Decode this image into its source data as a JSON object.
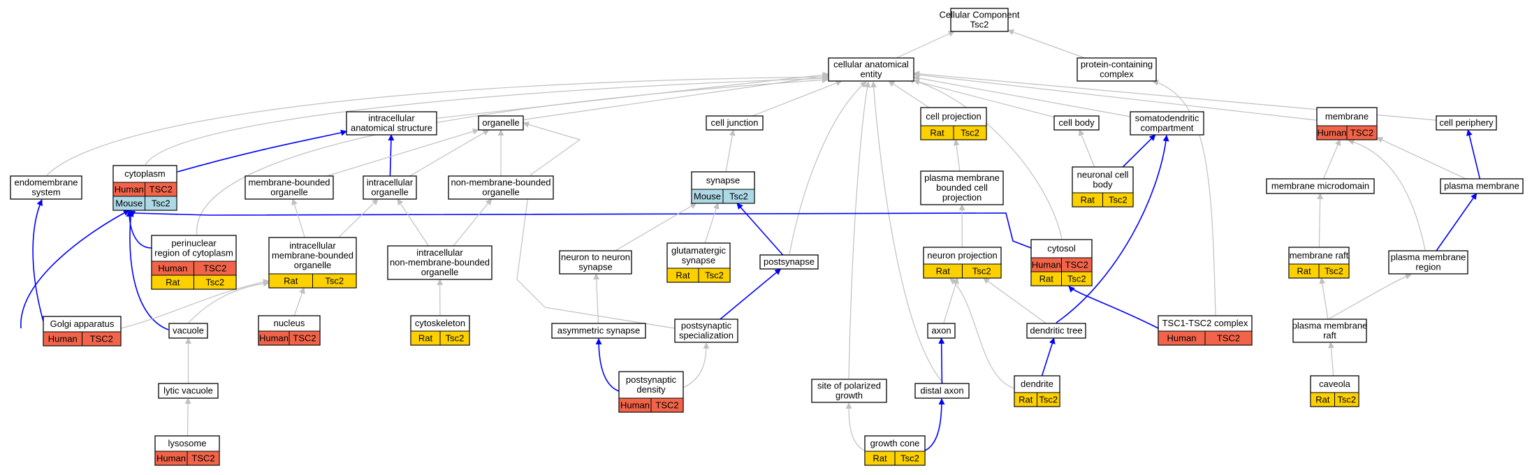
{
  "colors": {
    "human": "#f26449",
    "rat": "#fdd100",
    "mouse": "#add8e6",
    "grey_edge": "#c0c0c0",
    "blue_edge": "#0000ff",
    "node_border": "#000000"
  },
  "nodes": [
    {
      "id": "root",
      "lines": [
        "Cellular Component",
        "Tsc2"
      ],
      "badges": []
    },
    {
      "id": "cae",
      "lines": [
        "cellular anatomical",
        "entity"
      ],
      "badges": []
    },
    {
      "id": "pcc",
      "lines": [
        "protein-containing",
        "complex"
      ],
      "badges": []
    },
    {
      "id": "ias",
      "lines": [
        "intracellular",
        "anatomical structure"
      ],
      "badges": []
    },
    {
      "id": "organelle",
      "lines": [
        "organelle"
      ],
      "badges": []
    },
    {
      "id": "celljunction",
      "lines": [
        "cell junction"
      ],
      "badges": []
    },
    {
      "id": "cellproj",
      "lines": [
        "cell projection"
      ],
      "badges": [
        {
          "species": "Rat",
          "gene": "Tsc2",
          "color": "rat"
        }
      ]
    },
    {
      "id": "cellbody",
      "lines": [
        "cell body"
      ],
      "badges": []
    },
    {
      "id": "somato",
      "lines": [
        "somatodendritic",
        "compartment"
      ],
      "badges": []
    },
    {
      "id": "membrane",
      "lines": [
        "membrane"
      ],
      "badges": [
        {
          "species": "Human",
          "gene": "TSC2",
          "color": "human"
        }
      ]
    },
    {
      "id": "periphery",
      "lines": [
        "cell periphery"
      ],
      "badges": []
    },
    {
      "id": "endomem",
      "lines": [
        "endomembrane",
        "system"
      ],
      "badges": []
    },
    {
      "id": "cytoplasm",
      "lines": [
        "cytoplasm"
      ],
      "badges": [
        {
          "species": "Human",
          "gene": "TSC2",
          "color": "human"
        },
        {
          "species": "Mouse",
          "gene": "Tsc2",
          "color": "mouse"
        }
      ]
    },
    {
      "id": "mbo",
      "lines": [
        "membrane-bounded",
        "organelle"
      ],
      "badges": []
    },
    {
      "id": "intraorg",
      "lines": [
        "intracellular",
        "organelle"
      ],
      "badges": []
    },
    {
      "id": "nmbo",
      "lines": [
        "non-membrane-bounded",
        "organelle"
      ],
      "badges": []
    },
    {
      "id": "synapse",
      "lines": [
        "synapse"
      ],
      "badges": [
        {
          "species": "Mouse",
          "gene": "Tsc2",
          "color": "mouse"
        }
      ]
    },
    {
      "id": "pmbcp",
      "lines": [
        "plasma membrane",
        "bounded cell",
        "projection"
      ],
      "badges": []
    },
    {
      "id": "ncb",
      "lines": [
        "neuronal cell",
        "body"
      ],
      "badges": [
        {
          "species": "Rat",
          "gene": "Tsc2",
          "color": "rat"
        }
      ]
    },
    {
      "id": "memmicro",
      "lines": [
        "membrane microdomain"
      ],
      "badges": []
    },
    {
      "id": "plasmamem",
      "lines": [
        "plasma membrane"
      ],
      "badges": []
    },
    {
      "id": "perinuc",
      "lines": [
        "perinuclear",
        "region of cytoplasm"
      ],
      "badges": [
        {
          "species": "Human",
          "gene": "TSC2",
          "color": "human"
        },
        {
          "species": "Rat",
          "gene": "Tsc2",
          "color": "rat"
        }
      ]
    },
    {
      "id": "imbo",
      "lines": [
        "intracellular",
        "membrane-bounded",
        "organelle"
      ],
      "badges": [
        {
          "species": "Rat",
          "gene": "Tsc2",
          "color": "rat"
        }
      ]
    },
    {
      "id": "inmbo",
      "lines": [
        "intracellular",
        "non-membrane-bounded",
        "organelle"
      ],
      "badges": []
    },
    {
      "id": "n2n",
      "lines": [
        "neuron to neuron",
        "synapse"
      ],
      "badges": []
    },
    {
      "id": "glut",
      "lines": [
        "glutamatergic",
        "synapse"
      ],
      "badges": [
        {
          "species": "Rat",
          "gene": "Tsc2",
          "color": "rat"
        }
      ]
    },
    {
      "id": "postsyn",
      "lines": [
        "postsynapse"
      ],
      "badges": []
    },
    {
      "id": "neuproj",
      "lines": [
        "neuron projection"
      ],
      "badges": [
        {
          "species": "Rat",
          "gene": "Tsc2",
          "color": "rat"
        }
      ]
    },
    {
      "id": "cytosol",
      "lines": [
        "cytosol"
      ],
      "badges": [
        {
          "species": "Human",
          "gene": "TSC2",
          "color": "human"
        },
        {
          "species": "Rat",
          "gene": "Tsc2",
          "color": "rat"
        }
      ]
    },
    {
      "id": "memraft",
      "lines": [
        "membrane raft"
      ],
      "badges": [
        {
          "species": "Rat",
          "gene": "Tsc2",
          "color": "rat"
        }
      ]
    },
    {
      "id": "pmr",
      "lines": [
        "plasma membrane",
        "region"
      ],
      "badges": []
    },
    {
      "id": "golgi",
      "lines": [
        "Golgi apparatus"
      ],
      "badges": [
        {
          "species": "Human",
          "gene": "TSC2",
          "color": "human"
        }
      ]
    },
    {
      "id": "vacuole",
      "lines": [
        "vacuole"
      ],
      "badges": []
    },
    {
      "id": "nucleus",
      "lines": [
        "nucleus"
      ],
      "badges": [
        {
          "species": "Human",
          "gene": "TSC2",
          "color": "human"
        }
      ]
    },
    {
      "id": "cytoskel",
      "lines": [
        "cytoskeleton"
      ],
      "badges": [
        {
          "species": "Rat",
          "gene": "Tsc2",
          "color": "rat"
        }
      ]
    },
    {
      "id": "asymsyn",
      "lines": [
        "asymmetric synapse"
      ],
      "badges": []
    },
    {
      "id": "postspec",
      "lines": [
        "postsynaptic",
        "specialization"
      ],
      "badges": []
    },
    {
      "id": "axon",
      "lines": [
        "axon"
      ],
      "badges": []
    },
    {
      "id": "dendtree",
      "lines": [
        "dendritic tree"
      ],
      "badges": []
    },
    {
      "id": "tsccomplex",
      "lines": [
        "TSC1-TSC2 complex"
      ],
      "badges": [
        {
          "species": "Human",
          "gene": "TSC2",
          "color": "human"
        }
      ]
    },
    {
      "id": "pmraft",
      "lines": [
        "plasma membrane",
        "raft"
      ],
      "badges": []
    },
    {
      "id": "postdens",
      "lines": [
        "postsynaptic",
        "density"
      ],
      "badges": [
        {
          "species": "Human",
          "gene": "TSC2",
          "color": "human"
        }
      ]
    },
    {
      "id": "lytic",
      "lines": [
        "lytic vacuole"
      ],
      "badges": []
    },
    {
      "id": "spg",
      "lines": [
        "site of polarized",
        "growth"
      ],
      "badges": []
    },
    {
      "id": "distalaxon",
      "lines": [
        "distal axon"
      ],
      "badges": []
    },
    {
      "id": "dendrite",
      "lines": [
        "dendrite"
      ],
      "badges": [
        {
          "species": "Rat",
          "gene": "Tsc2",
          "color": "rat"
        }
      ]
    },
    {
      "id": "caveola",
      "lines": [
        "caveola"
      ],
      "badges": [
        {
          "species": "Rat",
          "gene": "Tsc2",
          "color": "rat"
        }
      ]
    },
    {
      "id": "lysosome",
      "lines": [
        "lysosome"
      ],
      "badges": [
        {
          "species": "Human",
          "gene": "TSC2",
          "color": "human"
        }
      ]
    },
    {
      "id": "growthcone",
      "lines": [
        "growth cone"
      ],
      "badges": [
        {
          "species": "Rat",
          "gene": "Tsc2",
          "color": "rat"
        }
      ]
    }
  ],
  "edges": [
    {
      "from": "cae",
      "to": "root",
      "type": "is_a"
    },
    {
      "from": "pcc",
      "to": "root",
      "type": "is_a"
    },
    {
      "from": "ias",
      "to": "cae",
      "type": "is_a"
    },
    {
      "from": "organelle",
      "to": "cae",
      "type": "is_a"
    },
    {
      "from": "celljunction",
      "to": "cae",
      "type": "is_a"
    },
    {
      "from": "cellproj",
      "to": "cae",
      "type": "is_a"
    },
    {
      "from": "cellbody",
      "to": "cae",
      "type": "is_a"
    },
    {
      "from": "somato",
      "to": "cae",
      "type": "is_a"
    },
    {
      "from": "membrane",
      "to": "cae",
      "type": "is_a"
    },
    {
      "from": "periphery",
      "to": "cae",
      "type": "is_a"
    },
    {
      "from": "endomem",
      "to": "cae",
      "type": "is_a"
    },
    {
      "from": "cytoplasm",
      "to": "cae",
      "type": "is_a"
    },
    {
      "from": "perinuc",
      "to": "cae",
      "type": "is_a"
    },
    {
      "from": "cytosol",
      "to": "cae",
      "type": "is_a"
    },
    {
      "from": "postsyn",
      "to": "cae",
      "type": "is_a"
    },
    {
      "from": "spg",
      "to": "cae",
      "type": "is_a"
    },
    {
      "from": "distalaxon",
      "to": "cae",
      "type": "is_a"
    },
    {
      "from": "tsccomplex",
      "to": "pcc",
      "type": "is_a"
    },
    {
      "from": "cytoplasm",
      "to": "ias",
      "type": "part_of"
    },
    {
      "from": "intraorg",
      "to": "ias",
      "type": "part_of"
    },
    {
      "from": "mbo",
      "to": "organelle",
      "type": "is_a"
    },
    {
      "from": "intraorg",
      "to": "organelle",
      "type": "is_a"
    },
    {
      "from": "nmbo",
      "to": "organelle",
      "type": "is_a"
    },
    {
      "from": "postspec",
      "to": "organelle",
      "type": "is_a"
    },
    {
      "from": "synapse",
      "to": "celljunction",
      "type": "is_a"
    },
    {
      "from": "pmbcp",
      "to": "cellproj",
      "type": "is_a"
    },
    {
      "from": "ncb",
      "to": "cellbody",
      "type": "is_a"
    },
    {
      "from": "ncb",
      "to": "somato",
      "type": "part_of"
    },
    {
      "from": "dendtree",
      "to": "somato",
      "type": "part_of"
    },
    {
      "from": "memmicro",
      "to": "membrane",
      "type": "is_a"
    },
    {
      "from": "plasmamem",
      "to": "membrane",
      "type": "is_a"
    },
    {
      "from": "pmr",
      "to": "membrane",
      "type": "is_a"
    },
    {
      "from": "plasmamem",
      "to": "periphery",
      "type": "part_of"
    },
    {
      "from": "golgi",
      "to": "endomem",
      "type": "part_of"
    },
    {
      "from": "golgi",
      "to": "cytoplasm",
      "type": "part_of"
    },
    {
      "from": "vacuole",
      "to": "cytoplasm",
      "type": "part_of"
    },
    {
      "from": "perinuc",
      "to": "cytoplasm",
      "type": "part_of"
    },
    {
      "from": "cytosol",
      "to": "cytoplasm",
      "type": "part_of"
    },
    {
      "from": "imbo",
      "to": "mbo",
      "type": "is_a"
    },
    {
      "from": "imbo",
      "to": "intraorg",
      "type": "is_a"
    },
    {
      "from": "inmbo",
      "to": "intraorg",
      "type": "is_a"
    },
    {
      "from": "inmbo",
      "to": "nmbo",
      "type": "is_a"
    },
    {
      "from": "n2n",
      "to": "synapse",
      "type": "is_a"
    },
    {
      "from": "glut",
      "to": "synapse",
      "type": "is_a"
    },
    {
      "from": "postsyn",
      "to": "synapse",
      "type": "part_of"
    },
    {
      "from": "neuproj",
      "to": "pmbcp",
      "type": "is_a"
    },
    {
      "from": "memraft",
      "to": "memmicro",
      "type": "is_a"
    },
    {
      "from": "pmr",
      "to": "plasmamem",
      "type": "part_of"
    },
    {
      "from": "golgi",
      "to": "imbo",
      "type": "is_a"
    },
    {
      "from": "vacuole",
      "to": "imbo",
      "type": "is_a"
    },
    {
      "from": "nucleus",
      "to": "imbo",
      "type": "is_a"
    },
    {
      "from": "cytoskel",
      "to": "inmbo",
      "type": "is_a"
    },
    {
      "from": "asymsyn",
      "to": "n2n",
      "type": "is_a"
    },
    {
      "from": "postspec",
      "to": "postsyn",
      "type": "part_of"
    },
    {
      "from": "axon",
      "to": "neuproj",
      "type": "is_a"
    },
    {
      "from": "dendtree",
      "to": "neuproj",
      "type": "is_a"
    },
    {
      "from": "dendrite",
      "to": "neuproj",
      "type": "is_a"
    },
    {
      "from": "tsccomplex",
      "to": "cytosol",
      "type": "part_of"
    },
    {
      "from": "pmraft",
      "to": "memraft",
      "type": "is_a"
    },
    {
      "from": "pmraft",
      "to": "pmr",
      "type": "is_a"
    },
    {
      "from": "postdens",
      "to": "asymsyn",
      "type": "part_of"
    },
    {
      "from": "postdens",
      "to": "postspec",
      "type": "is_a"
    },
    {
      "from": "lytic",
      "to": "vacuole",
      "type": "is_a"
    },
    {
      "from": "lysosome",
      "to": "lytic",
      "type": "is_a"
    },
    {
      "from": "distalaxon",
      "to": "axon",
      "type": "part_of"
    },
    {
      "from": "dendrite",
      "to": "dendtree",
      "type": "part_of"
    },
    {
      "from": "caveola",
      "to": "pmraft",
      "type": "is_a"
    },
    {
      "from": "growthcone",
      "to": "spg",
      "type": "is_a"
    },
    {
      "from": "growthcone",
      "to": "distalaxon",
      "type": "part_of"
    }
  ]
}
